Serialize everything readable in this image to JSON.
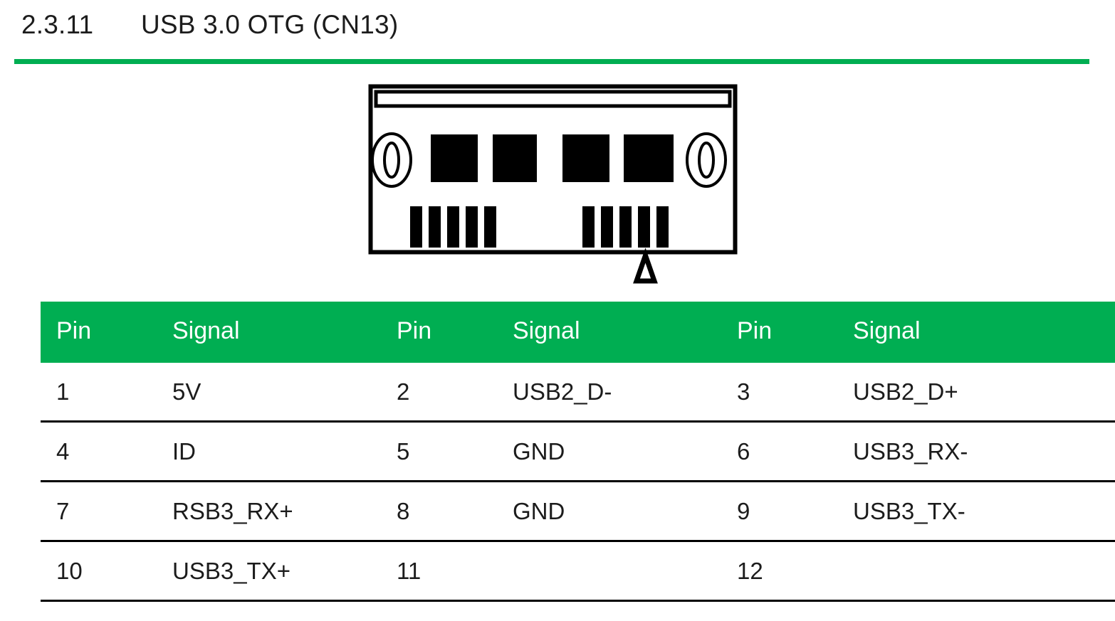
{
  "heading": {
    "section_number": "2.3.11",
    "title": "USB 3.0 OTG (CN13)"
  },
  "colors": {
    "accent_green": "#00ae52",
    "rule_green": "#00ae52",
    "text": "#1c1c1c",
    "line_black": "#000000"
  },
  "diagram": {
    "name": "usb3-otg-connector-footprint",
    "description": "CN13 USB 3.0 OTG connector outline",
    "pad_squares": 4,
    "pin_bar_groups": 2,
    "pins_per_bar_group": 5,
    "mounting_holes": 2,
    "orientation_marker": "triangle"
  },
  "table": {
    "headers": [
      "Pin",
      "Signal",
      "Pin",
      "Signal",
      "Pin",
      "Signal"
    ],
    "rows": [
      [
        "1",
        "5V",
        "2",
        "USB2_D-",
        "3",
        "USB2_D+"
      ],
      [
        "4",
        "ID",
        "5",
        "GND",
        "6",
        "USB3_RX-"
      ],
      [
        "7",
        "RSB3_RX+",
        "8",
        "GND",
        "9",
        "USB3_TX-"
      ],
      [
        "10",
        "USB3_TX+",
        "11",
        "",
        "12",
        ""
      ]
    ]
  }
}
